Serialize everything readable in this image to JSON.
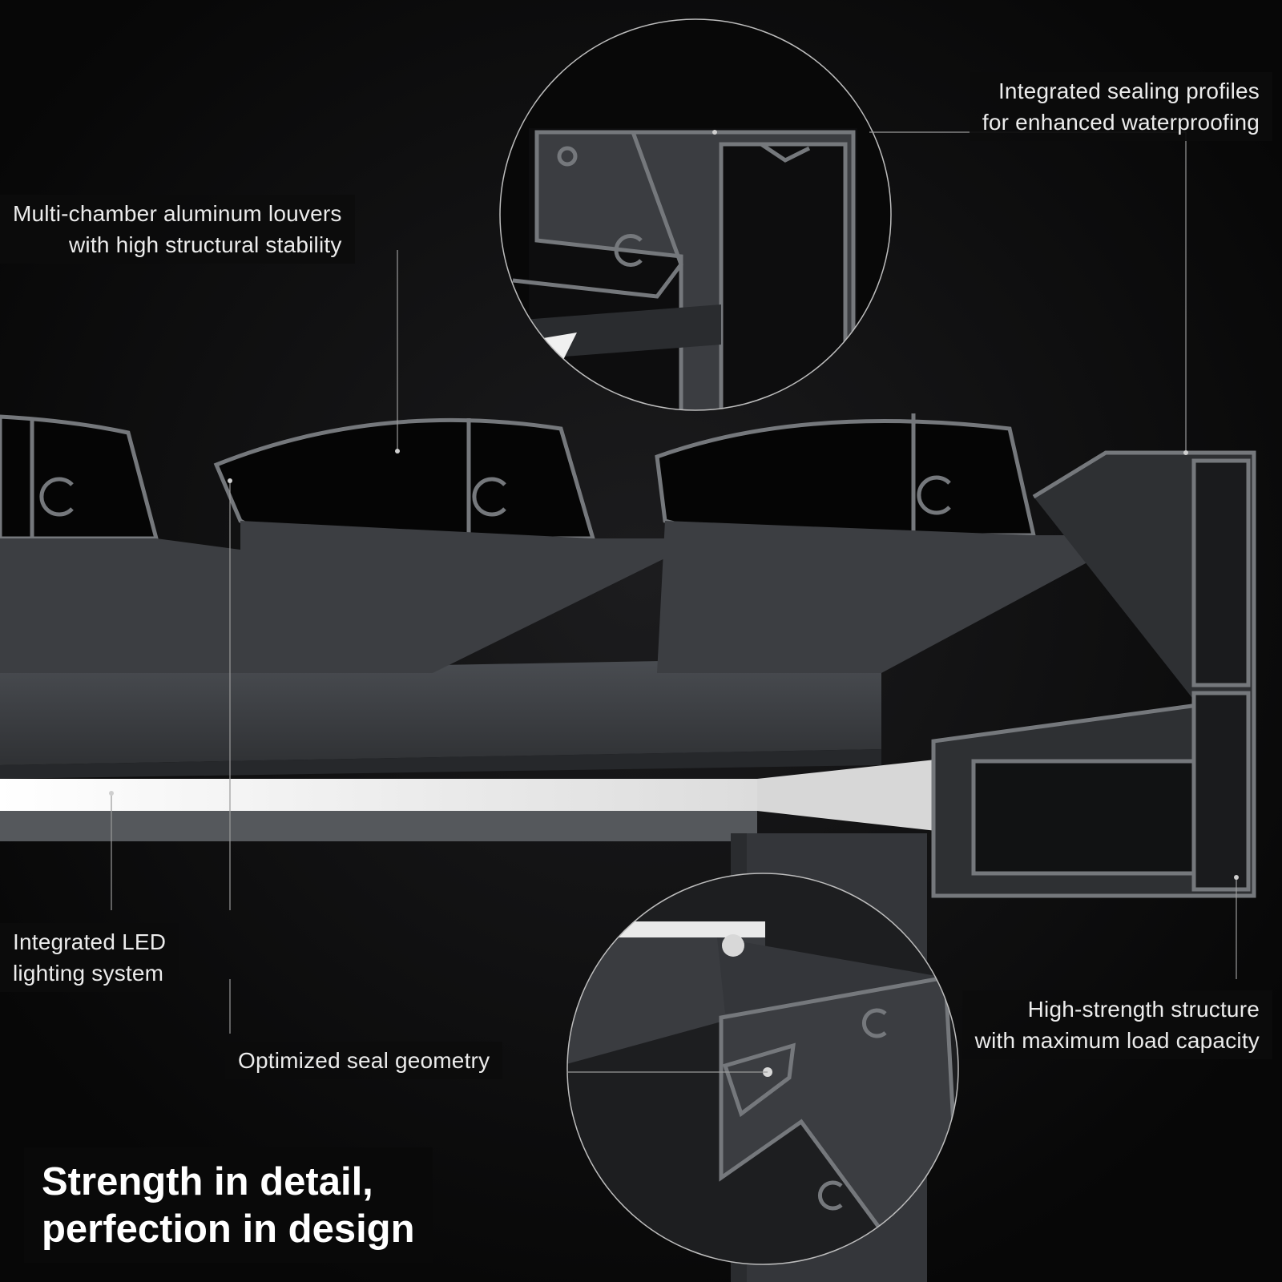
{
  "labels": {
    "louvers": {
      "line1": "Multi-chamber aluminum louvers",
      "line2": "with high structural stability"
    },
    "sealing": {
      "line1": "Integrated sealing profiles",
      "line2": "for enhanced waterproofing"
    },
    "led": {
      "line1": "Integrated LED",
      "line2": "lighting system"
    },
    "seal_geometry": "Optimized seal geometry",
    "structure": {
      "line1": "High-strength structure",
      "line2": "with maximum load capacity"
    }
  },
  "headline": {
    "line1": "Strength in detail,",
    "line2": "perfection in design"
  },
  "colors": {
    "background": "#0a0a0a",
    "profile": "#3a3c40",
    "profile_edge": "#6e7175",
    "led": "#f4f4f4",
    "text": "#ececec"
  }
}
